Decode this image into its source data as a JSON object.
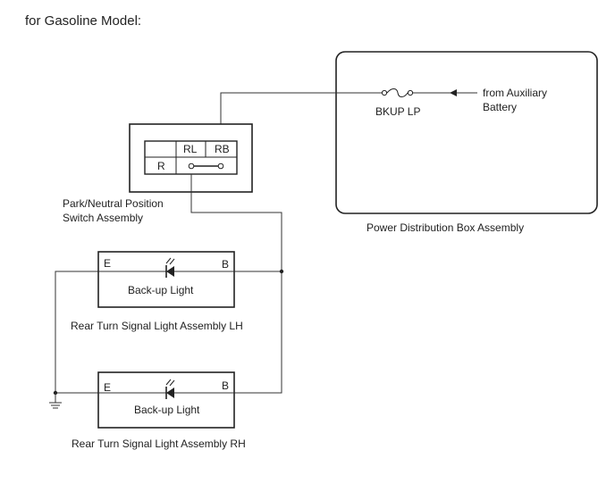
{
  "title": "for Gasoline Model:",
  "power_distribution_box": {
    "label": "Power Distribution Box Assembly",
    "fuse_label": "BKUP LP",
    "source_label_line1": "from Auxiliary",
    "source_label_line2": "Battery"
  },
  "switch": {
    "label_line1": "Park/Neutral Position",
    "label_line2": "Switch Assembly",
    "terminal_rl": "RL",
    "terminal_rb": "RB",
    "terminal_r": "R"
  },
  "lamp_lh": {
    "terminal_e": "E",
    "terminal_b": "B",
    "inner_label": "Back-up Light",
    "assembly_label": "Rear Turn Signal Light Assembly LH"
  },
  "lamp_rh": {
    "terminal_e": "E",
    "terminal_b": "B",
    "inner_label": "Back-up Light",
    "assembly_label": "Rear Turn Signal Light Assembly RH"
  }
}
